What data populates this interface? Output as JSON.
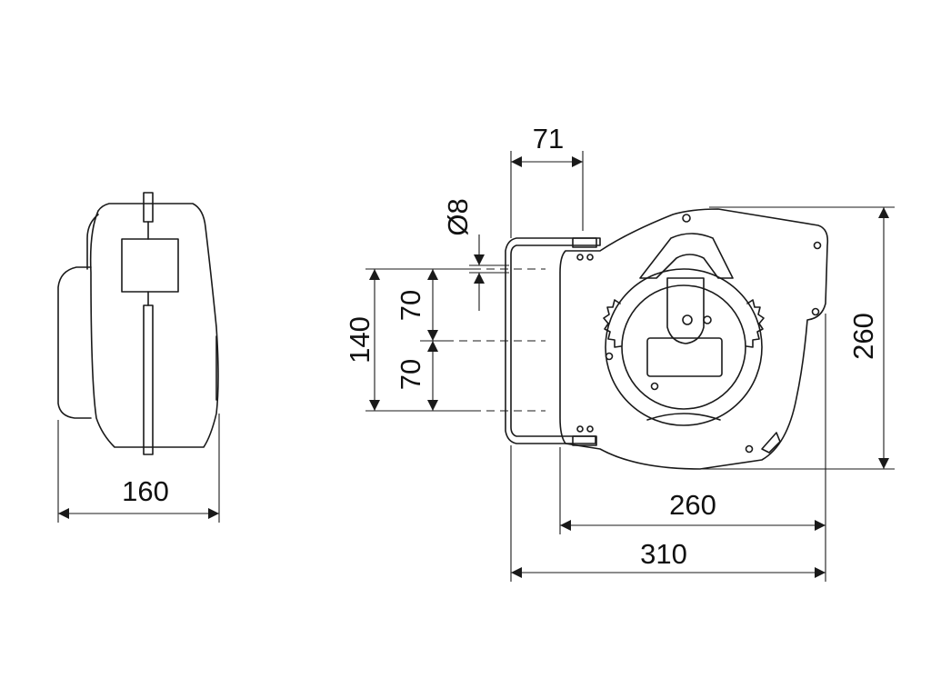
{
  "dimensions": {
    "side_width": "160",
    "hole_diameter": "Ø8",
    "bracket_depth": "71",
    "mount_spacing_total": "140",
    "mount_spacing_upper": "70",
    "mount_spacing_lower": "70",
    "height": "260",
    "body_width": "260",
    "overall_width": "310"
  }
}
